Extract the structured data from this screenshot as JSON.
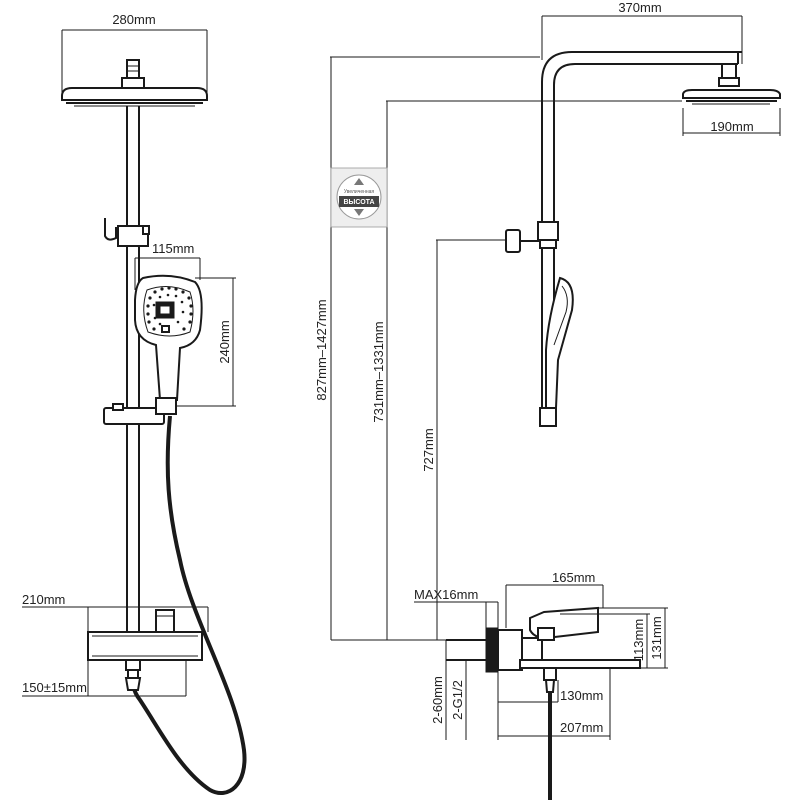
{
  "dimensions": {
    "front_head_width": "280mm",
    "handshower_width": "115mm",
    "handshower_height": "240mm",
    "mixer_width": "210mm",
    "inlet_spacing": "150±15mm",
    "arm_length": "370mm",
    "side_head_width": "190mm",
    "total_height": "827mm–1427mm",
    "head_height": "731mm–1331mm",
    "holder_height": "727mm",
    "wall_max": "MAX16mm",
    "mixer_depth": "165mm",
    "spout_height": "113mm",
    "mixer_height": "131mm",
    "wall_to_spout": "130mm",
    "wall_to_front": "207mm",
    "wall_pipe": "2-60mm",
    "thread": "2-G1/2"
  },
  "badge": {
    "top_text": "Увеличенная",
    "main_text": "ВЫСОТА"
  }
}
